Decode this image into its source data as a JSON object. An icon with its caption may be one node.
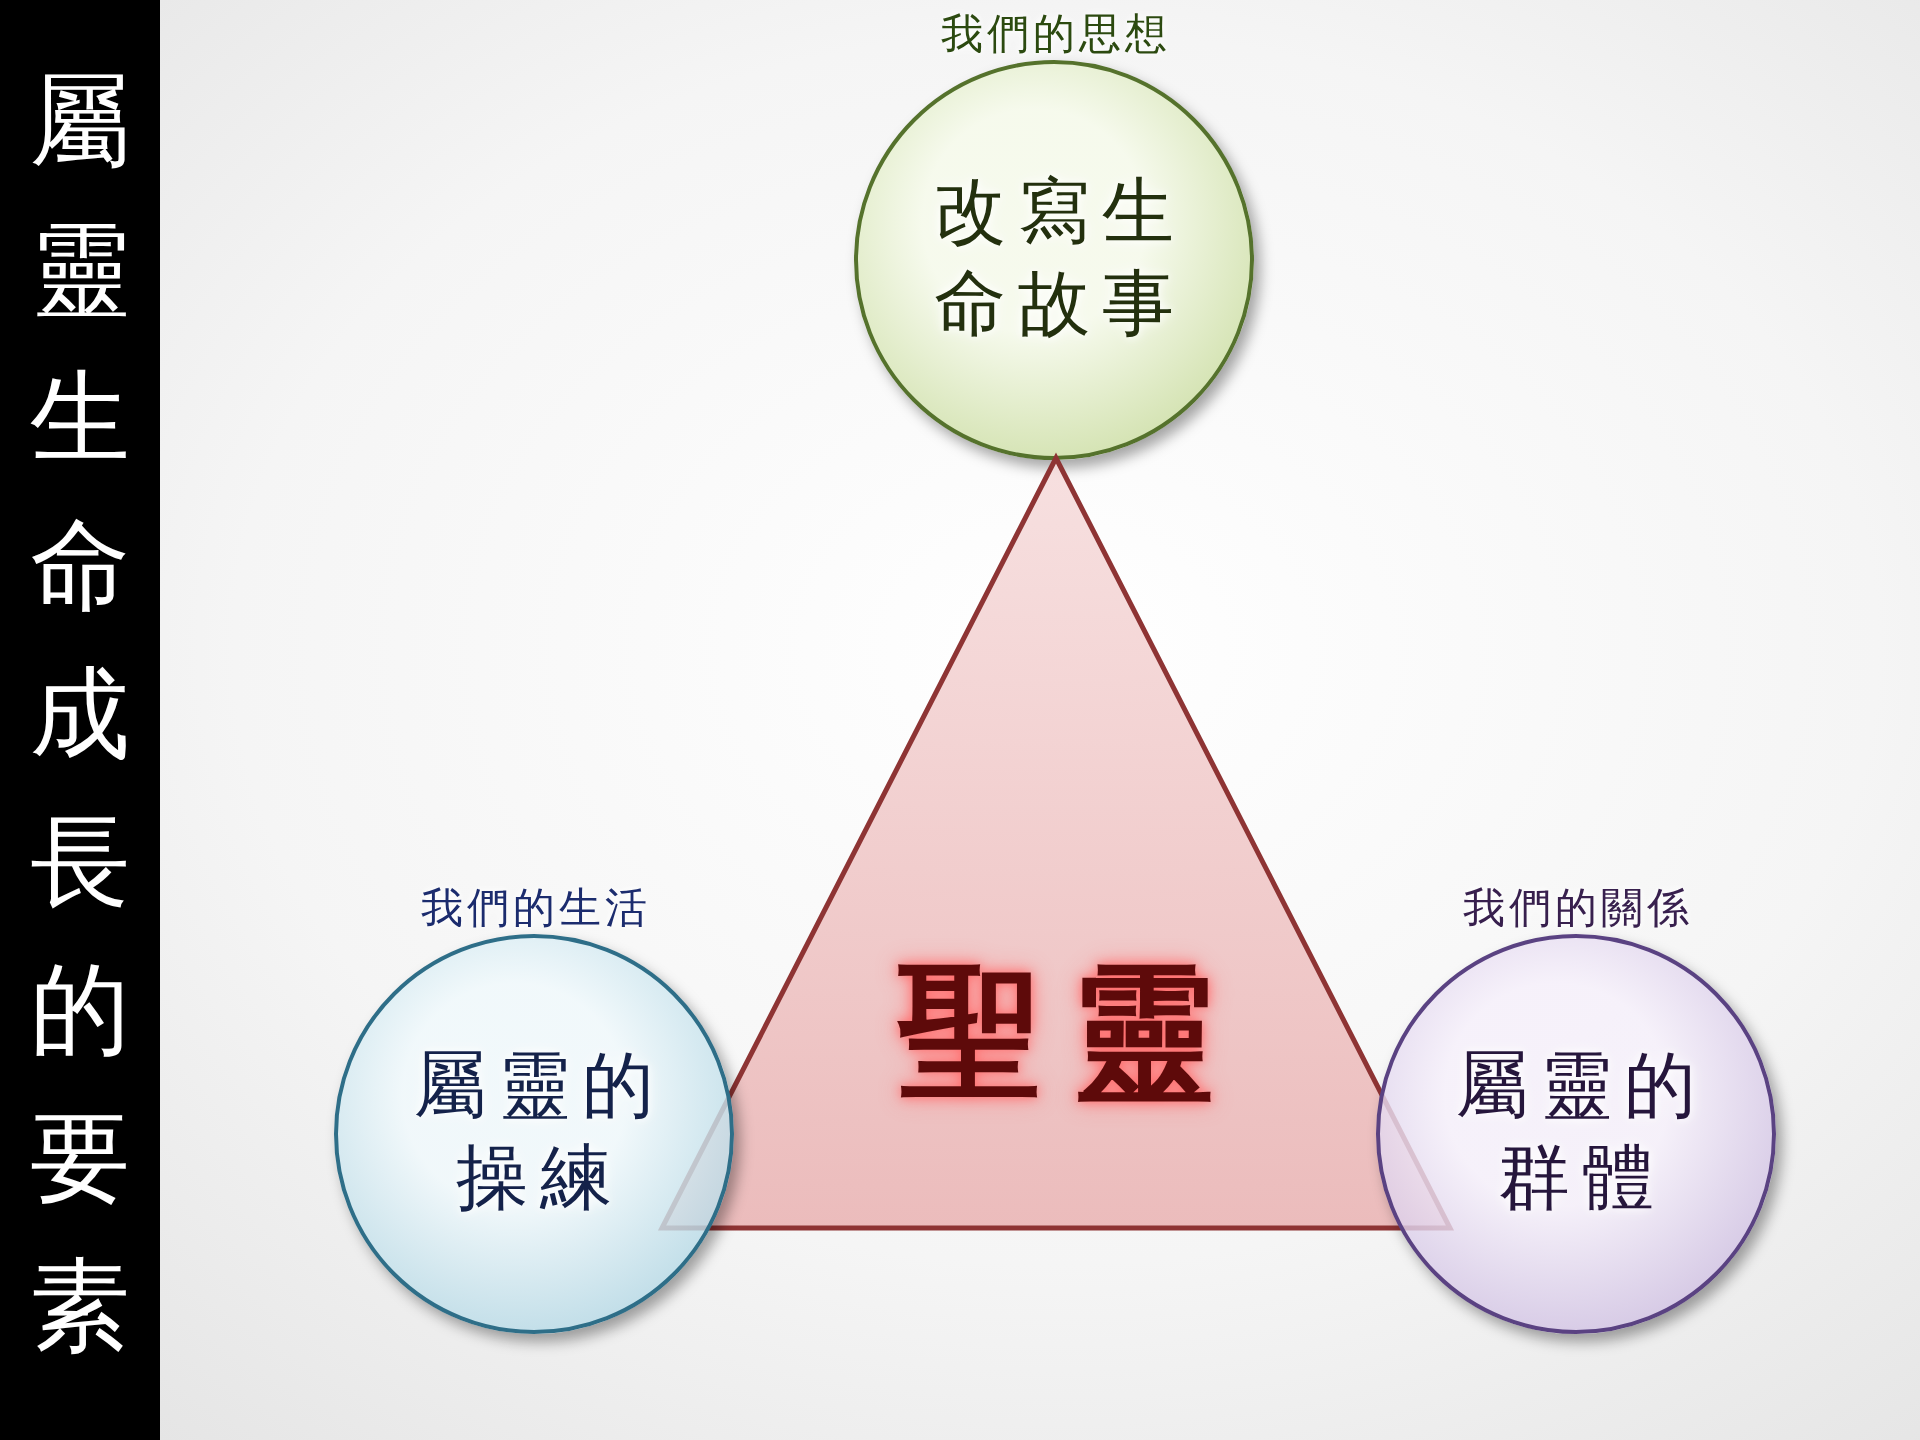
{
  "diagram": {
    "title": "屬靈生命成長的要素",
    "nodes": [
      {
        "text": [
          "我們的思想",
          "改寫生命故事"
        ]
      },
      {
        "text": [
          "聖靈"
        ]
      },
      {
        "text": [
          "我們的生活",
          "屬靈的操練"
        ]
      },
      {
        "text": [
          "我們的關係",
          "屬靈的群體"
        ]
      }
    ]
  }
}
